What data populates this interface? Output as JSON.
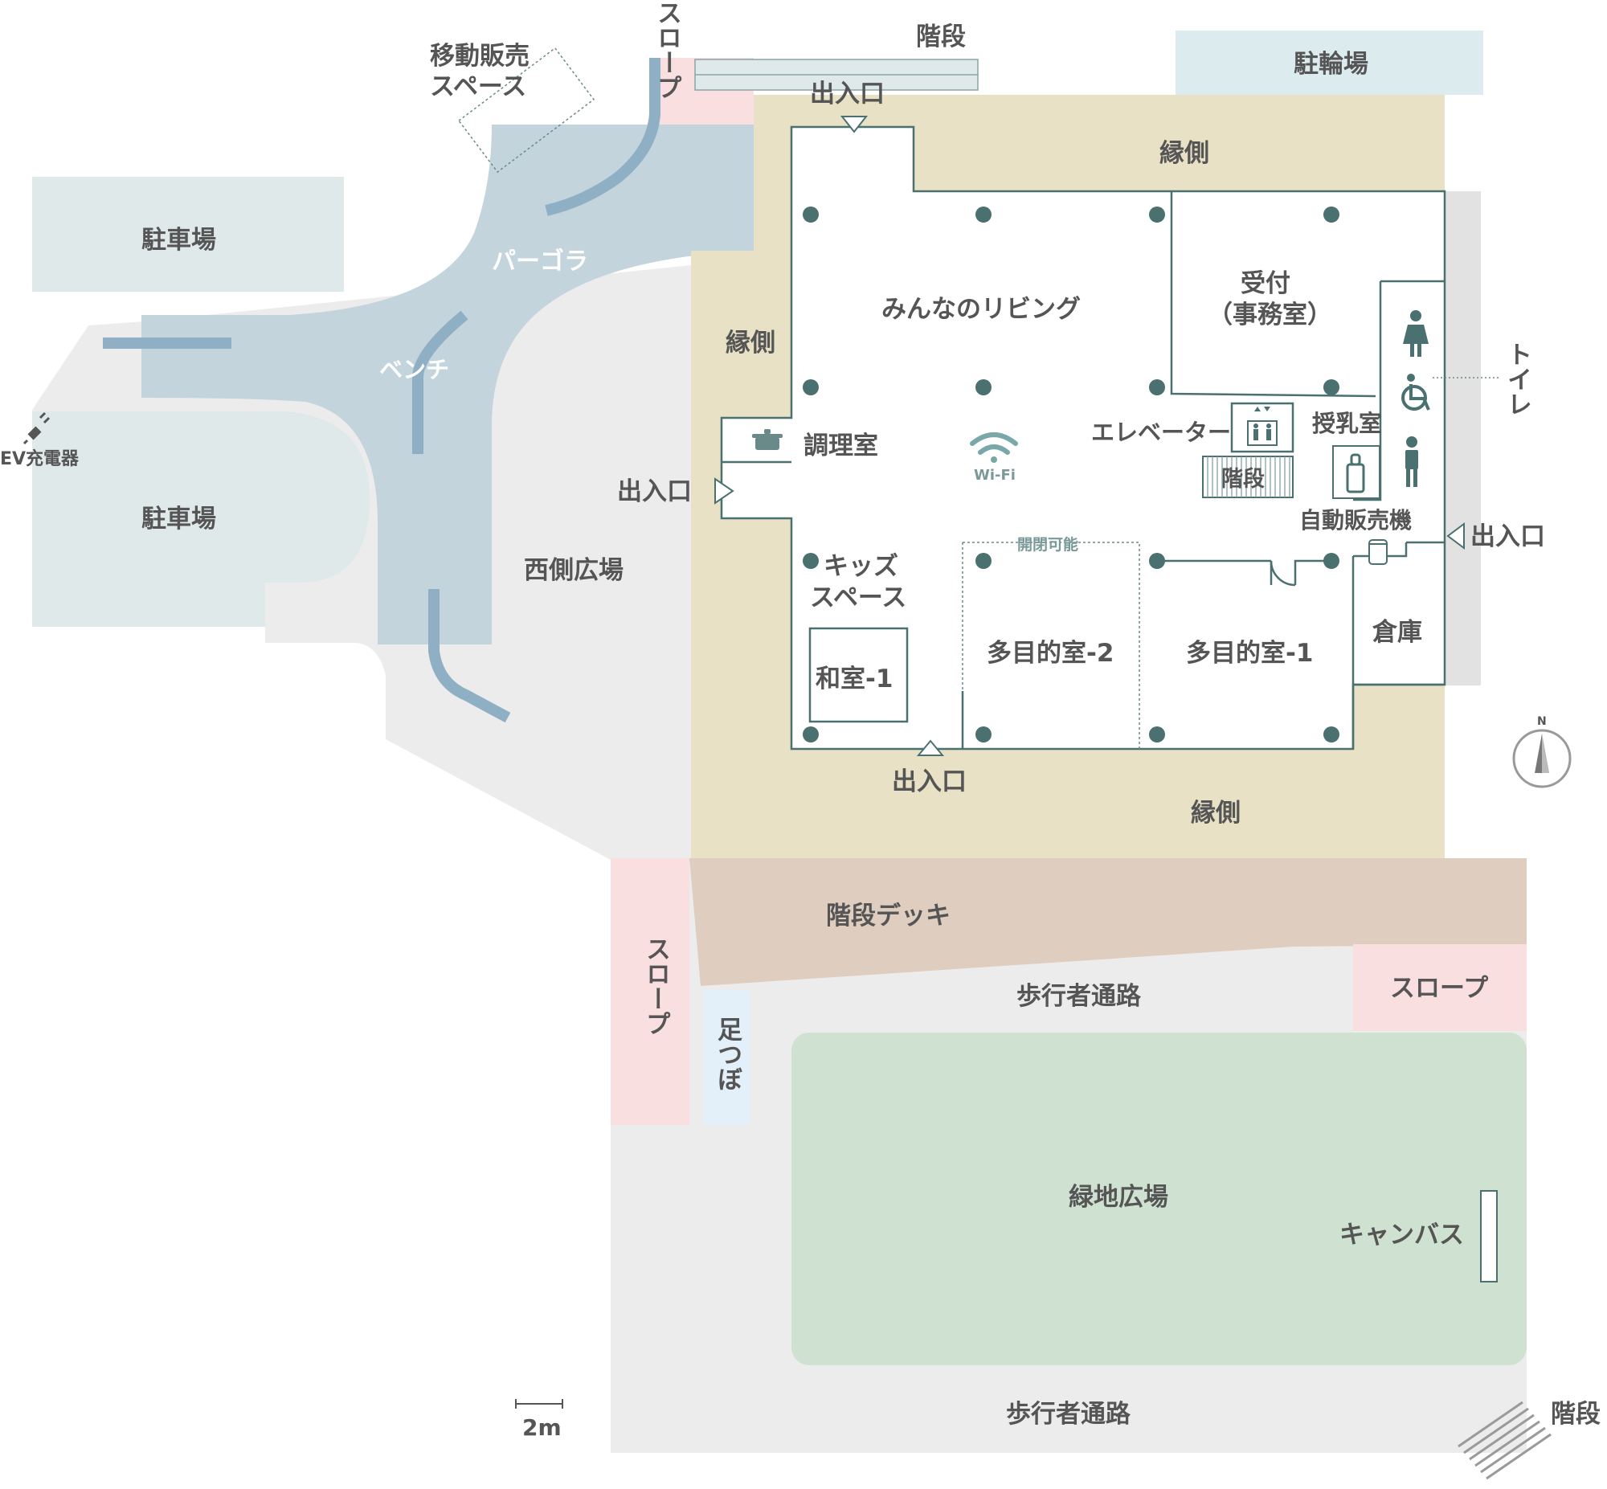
{
  "map_title": "",
  "colors": {
    "engawa": "#e8e1c6",
    "pergola": "#c3d4dc",
    "parking": "#dfe9ea",
    "plaza_gray": "#ececec",
    "slope_pink": "#f9dfe0",
    "deck_brown": "#dfcdc0",
    "green_plaza": "#cfe2d1",
    "footbath_blue": "#e3f0fa",
    "wall_teal": "#4a7070",
    "label_gray": "#555555"
  },
  "labels": {
    "mobile_sales": [
      "移動販売",
      "スペース"
    ],
    "slope_top": "スロープ",
    "stairs_top": "階段",
    "bicycle_parking": "駐輪場",
    "entrance_north": "出入口",
    "engawa_north": "縁側",
    "parking_upper": "駐車場",
    "pergola": "パーゴラ",
    "bench": "ベンチ",
    "ev_charger": "EV充電器",
    "parking_lower": "駐車場",
    "west_plaza": "西側広場",
    "engawa_west": "縁側",
    "living": "みんなのリビング",
    "reception": [
      "受付",
      "（事務室）"
    ],
    "toilet": "トイレ",
    "cooking_room": "調理室",
    "wifi": "Wi-Fi",
    "elevator": "エレベーター",
    "nursing_room": "授乳室",
    "stairs_inner": "階段",
    "entrance_west": "出入口",
    "vending_machine": "自動販売機",
    "entrance_east": "出入口",
    "openable": "開閉可能",
    "kids_space": [
      "キッズ",
      "スペース"
    ],
    "washitsu": "和室-1",
    "multi_room_2": "多目的室-2",
    "multi_room_1": "多目的室-1",
    "storage": "倉庫",
    "entrance_south": "出入口",
    "engawa_south": "縁側",
    "stair_deck": "階段デッキ",
    "slope_left": "スロープ",
    "footbath": "足つぼ",
    "walkway_upper": "歩行者通路",
    "slope_right": "スロープ",
    "green_plaza": "緑地広場",
    "canvas": "キャンバス",
    "walkway_lower": "歩行者通路",
    "stairs_bottom": "階段",
    "scale": "2m",
    "north": "N"
  },
  "icons": [
    "wifi-icon",
    "pot-icon",
    "elevator-icon",
    "toilet-female-icon",
    "wheelchair-icon",
    "toilet-male-icon",
    "baby-bottle-icon",
    "vending-machine-icon",
    "ev-plug-icon",
    "north-arrow-icon"
  ]
}
